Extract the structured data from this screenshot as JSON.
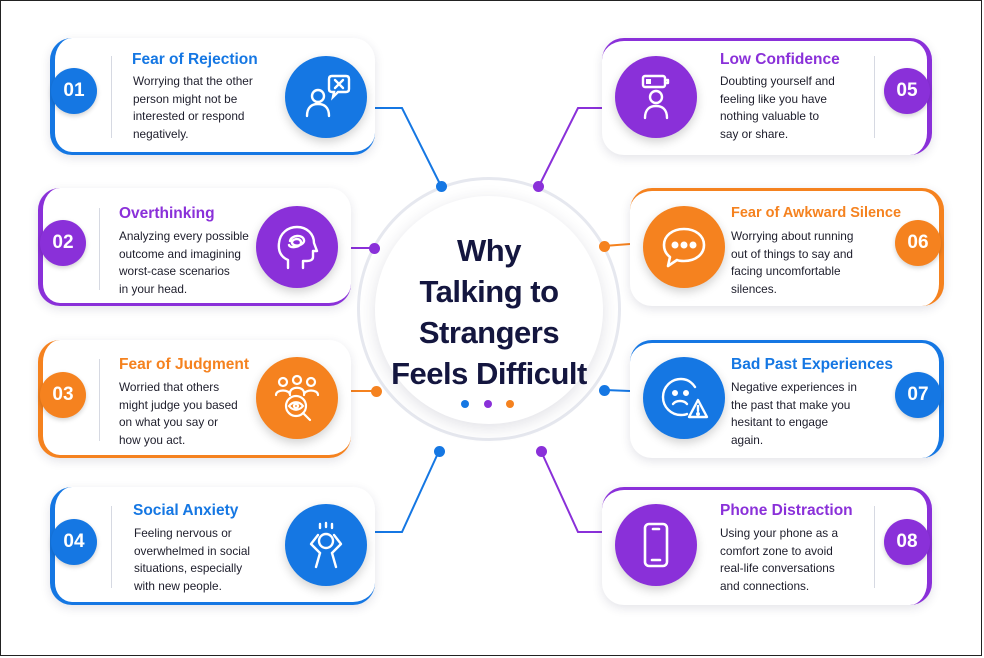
{
  "center": {
    "title_lines": [
      "Why",
      "Talking to",
      "Strangers",
      "Feels Difficult"
    ]
  },
  "colors": {
    "blue": "#1577e3",
    "purple": "#8a30d9",
    "orange": "#f5821f"
  },
  "items": [
    {
      "number": "01",
      "title": "Fear of Rejection",
      "lines": [
        "Worrying that the other",
        "person might not be",
        "interested or respond",
        "negatively."
      ],
      "icon": "person-rejected-speech-bubble-icon",
      "color": "blue"
    },
    {
      "number": "02",
      "title": "Overthinking",
      "lines": [
        "Analyzing every possible",
        "outcome and imagining",
        "worst-case scenarios",
        "in your head."
      ],
      "icon": "head-tangled-thoughts-icon",
      "color": "purple"
    },
    {
      "number": "03",
      "title": "Fear of Judgment",
      "lines": [
        "Worried that others",
        "might judge you based",
        "on what you say or",
        "how you act."
      ],
      "icon": "people-magnifier-eye-icon",
      "color": "orange"
    },
    {
      "number": "04",
      "title": "Social Anxiety",
      "lines": [
        "Feeling nervous or",
        "overwhelmed in social",
        "situations, especially",
        "with new people."
      ],
      "icon": "anxious-person-icon",
      "color": "blue"
    },
    {
      "number": "05",
      "title": "Low Confidence",
      "lines": [
        "Doubting yourself and",
        "feeling like you have",
        "nothing valuable to",
        "say or share."
      ],
      "icon": "low-battery-person-icon",
      "color": "purple"
    },
    {
      "number": "06",
      "title": "Fear of Awkward Silence",
      "lines": [
        "Worrying about running",
        "out of things to say and",
        "facing uncomfortable",
        "silences."
      ],
      "icon": "speech-bubble-dots-icon",
      "color": "orange"
    },
    {
      "number": "07",
      "title": "Bad Past Experiences",
      "lines": [
        "Negative experiences in",
        "the past that make you",
        "hesitant to engage",
        "again."
      ],
      "icon": "sad-face-warning-icon",
      "color": "blue"
    },
    {
      "number": "08",
      "title": "Phone Distraction",
      "lines": [
        "Using your phone as a",
        "comfort zone to avoid",
        "real-life conversations",
        "and connections."
      ],
      "icon": "smartphone-icon",
      "color": "purple"
    }
  ]
}
